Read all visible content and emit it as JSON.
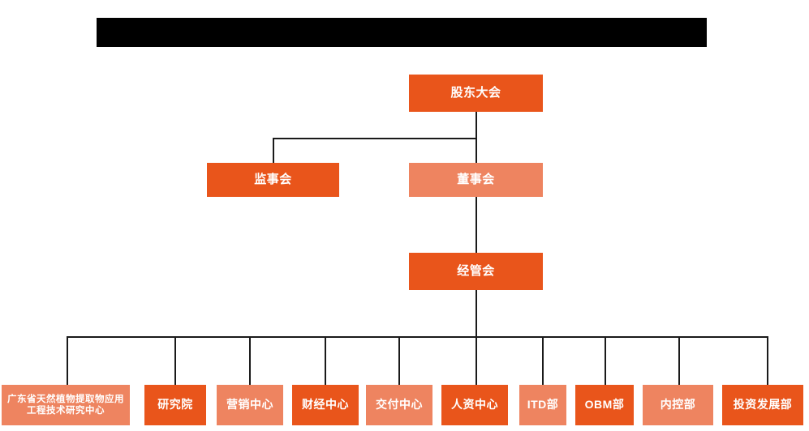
{
  "diagram": {
    "title_bar": {
      "name": "redacted-title-bar",
      "text": "",
      "color": "#000000"
    },
    "colors": {
      "background": "#ffffff",
      "node_dark": "#E9551B",
      "node_light": "#EE8460",
      "connector": "#1a1a1a",
      "node_text": "#ffffff"
    },
    "nodes": {
      "shareholders_meeting": "股东大会",
      "supervisory_board": "监事会",
      "board_of_directors": "董事会",
      "management_committee": "经管会"
    },
    "departments": [
      {
        "label": "广东省天然植物提取物应用工程技术研究中心",
        "shade": "light"
      },
      {
        "label": "研究院",
        "shade": "dark"
      },
      {
        "label": "营销中心",
        "shade": "light"
      },
      {
        "label": "财经中心",
        "shade": "dark"
      },
      {
        "label": "交付中心",
        "shade": "light"
      },
      {
        "label": "人资中心",
        "shade": "dark"
      },
      {
        "label": "ITD部",
        "shade": "light"
      },
      {
        "label": "OBM部",
        "shade": "dark"
      },
      {
        "label": "内控部",
        "shade": "light"
      },
      {
        "label": "投资发展部",
        "shade": "dark"
      }
    ]
  }
}
